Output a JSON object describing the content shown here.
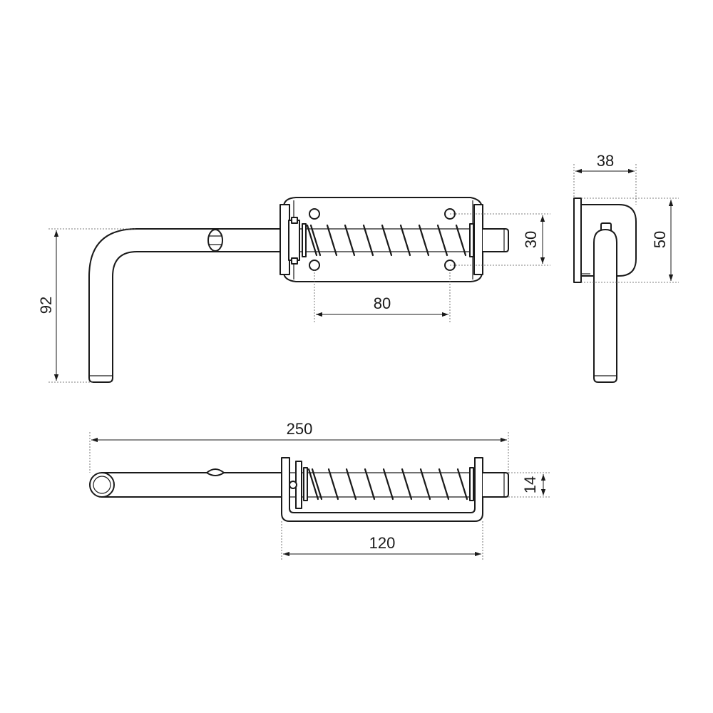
{
  "dimensions": {
    "height_total": "92",
    "hole_spacing_horizontal": "80",
    "hole_spacing_vertical": "30",
    "side_width": "38",
    "side_height": "50",
    "overall_length": "250",
    "bracket_length": "120",
    "pin_diameter": "14"
  },
  "colors": {
    "line": "#1a1a1a",
    "background": "#ffffff"
  }
}
